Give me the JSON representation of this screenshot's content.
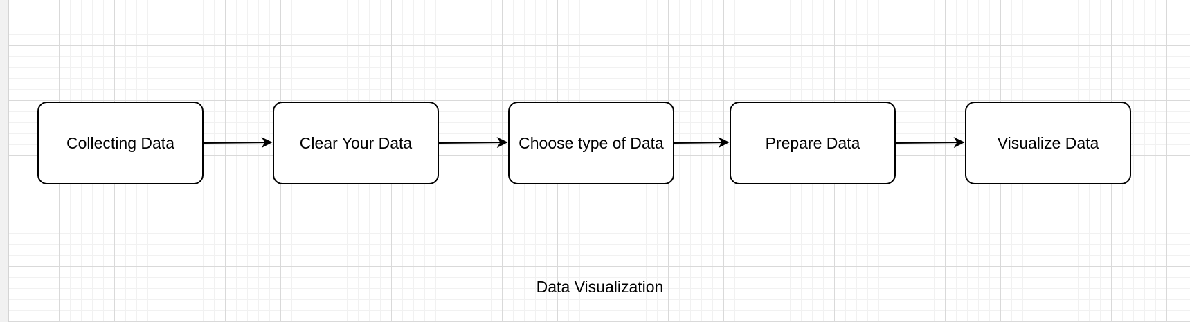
{
  "diagram": {
    "nodes": [
      {
        "label": "Collecting Data"
      },
      {
        "label": "Clear Your Data"
      },
      {
        "label": "Choose type of Data"
      },
      {
        "label": "Prepare Data"
      },
      {
        "label": "Visualize Data"
      }
    ],
    "edges": [
      {
        "from": "Collecting Data",
        "to": "Clear Your Data"
      },
      {
        "from": "Clear Your Data",
        "to": "Choose type of Data"
      },
      {
        "from": "Choose type of Data",
        "to": "Prepare Data"
      },
      {
        "from": "Prepare Data",
        "to": "Visualize Data"
      }
    ],
    "caption": "Data Visualization",
    "colors": {
      "stroke": "#000000",
      "fill": "#ffffff",
      "grid": "#d9d9d9"
    }
  }
}
